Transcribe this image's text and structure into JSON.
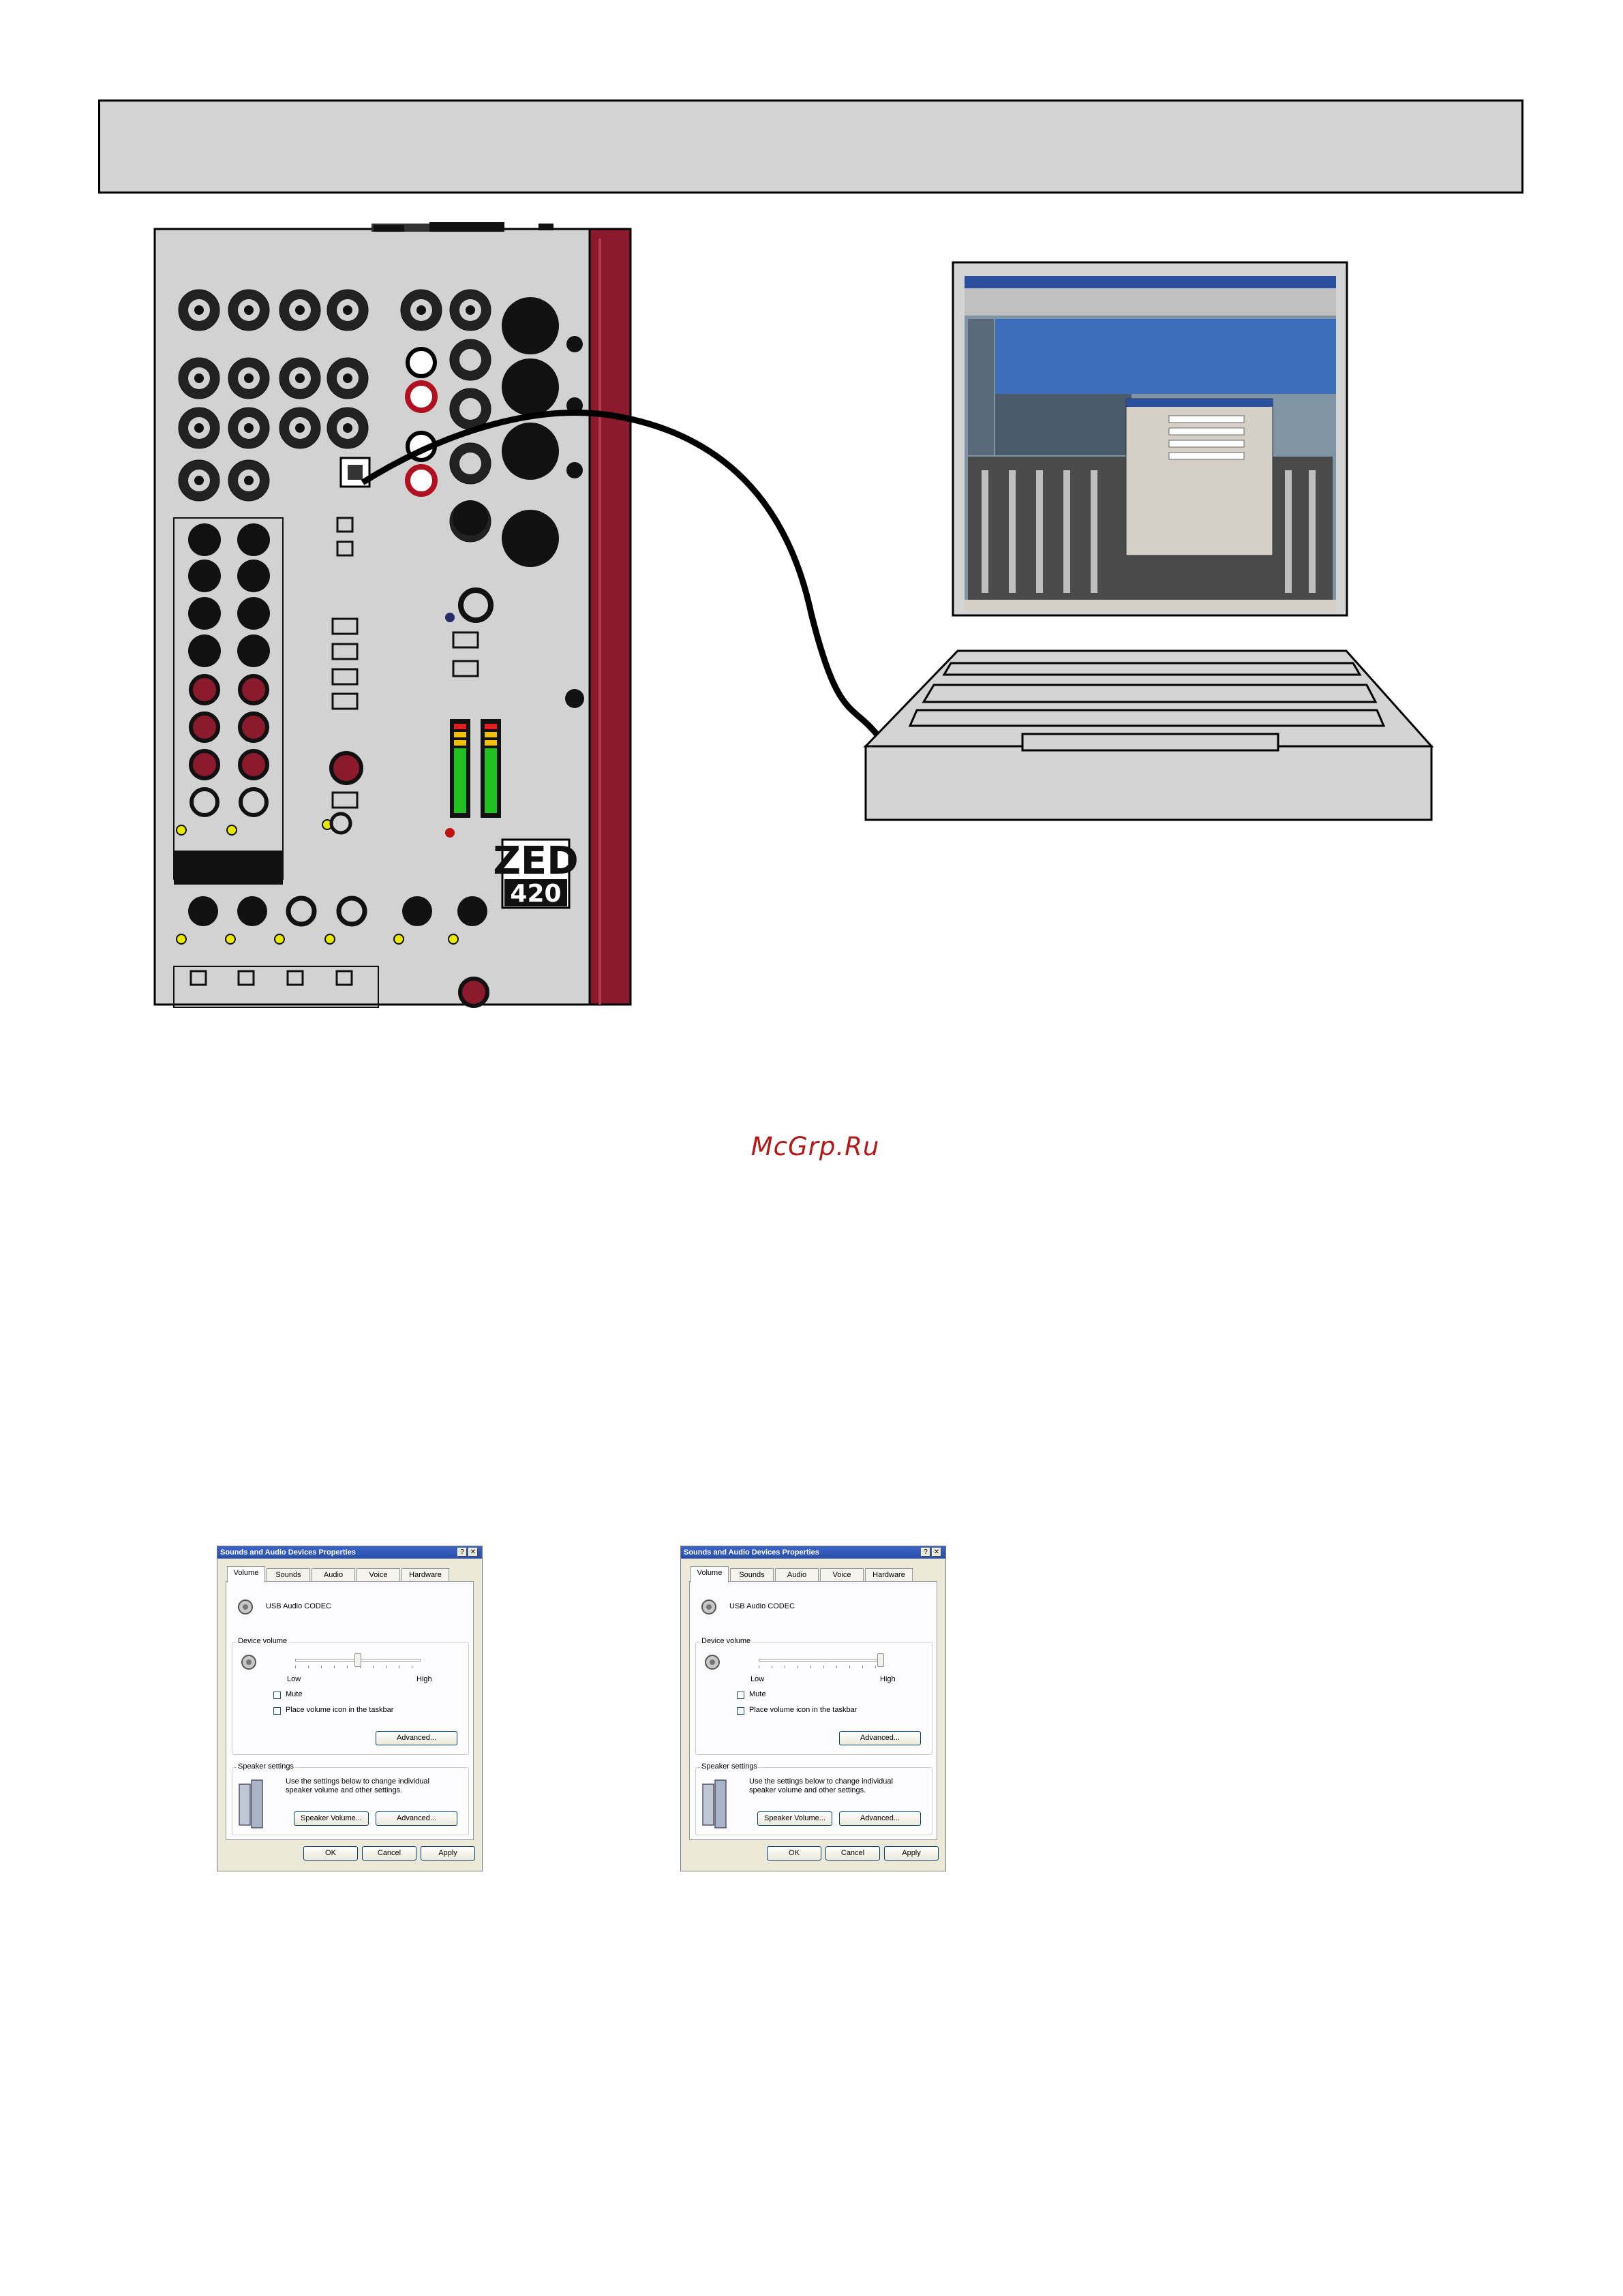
{
  "mixer": {
    "model_line1": "ZED",
    "model_line2": "420"
  },
  "watermark": "McGrp.Ru",
  "dialogs": [
    {
      "title": "Sounds and Audio Devices Properties",
      "help_btn": "?",
      "close_btn": "✕",
      "tabs": [
        "Volume",
        "Sounds",
        "Audio",
        "Voice",
        "Hardware"
      ],
      "device_name": "USB Audio CODEC",
      "device_volume_label": "Device volume",
      "low_label": "Low",
      "high_label": "High",
      "volume_level": 0.5,
      "mute_label": "Mute",
      "taskbar_label": "Place volume icon in the taskbar",
      "advanced_label": "Advanced...",
      "speaker_settings_label": "Speaker settings",
      "speaker_text": "Use the settings below to change individual speaker volume and other settings.",
      "speaker_volume_label": "Speaker Volume...",
      "speaker_advanced_label": "Advanced...",
      "ok_label": "OK",
      "cancel_label": "Cancel",
      "apply_label": "Apply"
    },
    {
      "title": "Sounds and Audio Devices Properties",
      "help_btn": "?",
      "close_btn": "✕",
      "tabs": [
        "Volume",
        "Sounds",
        "Audio",
        "Voice",
        "Hardware"
      ],
      "device_name": "USB Audio CODEC",
      "device_volume_label": "Device volume",
      "low_label": "Low",
      "high_label": "High",
      "volume_level": 1.0,
      "mute_label": "Mute",
      "taskbar_label": "Place volume icon in the taskbar",
      "advanced_label": "Advanced...",
      "speaker_settings_label": "Speaker settings",
      "speaker_text": "Use the settings below to change individual speaker volume and other settings.",
      "speaker_volume_label": "Speaker Volume...",
      "speaker_advanced_label": "Advanced...",
      "ok_label": "OK",
      "cancel_label": "Cancel",
      "apply_label": "Apply"
    }
  ]
}
